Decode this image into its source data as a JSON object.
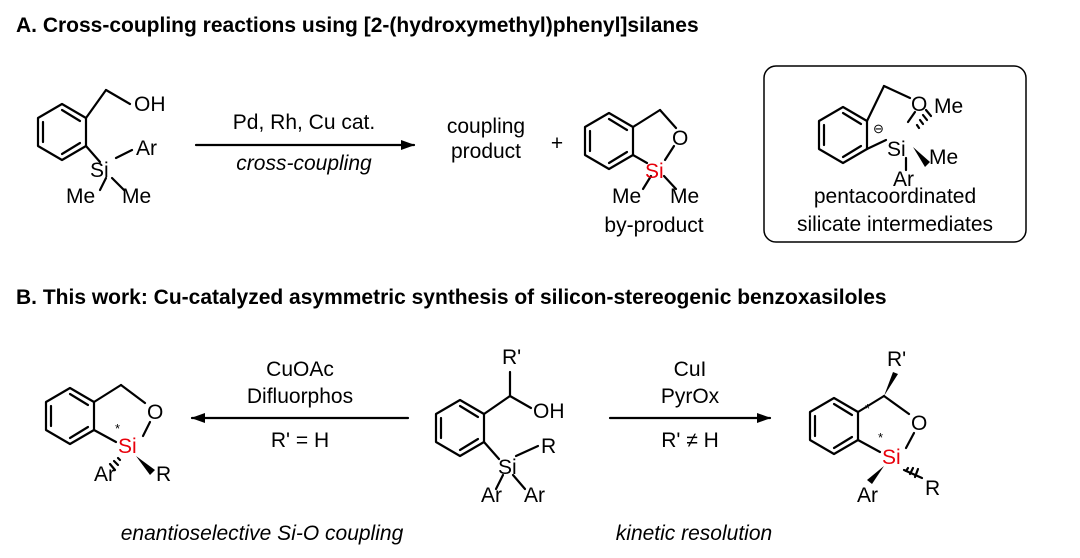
{
  "sectionA": {
    "heading": "A. Cross-coupling reactions using [2-(hydroxymethyl)phenyl]silanes",
    "reactant": {
      "oh": "OH",
      "si": "Si",
      "ar": "Ar",
      "me1": "Me",
      "me2": "Me"
    },
    "arrow": {
      "above": "Pd, Rh, Cu cat.",
      "below": "cross-coupling"
    },
    "product": {
      "line1": "coupling",
      "line2": "product"
    },
    "plus": "+",
    "byproduct": {
      "o": "O",
      "si": "Si",
      "me1": "Me",
      "me2": "Me",
      "caption": "by-product"
    },
    "box": {
      "o": "O",
      "charge": "⊖",
      "si": "Si",
      "me1": "Me",
      "me2": "Me",
      "ar": "Ar",
      "caption1": "pentacoordinated",
      "caption2": "silicate intermediates"
    }
  },
  "sectionB": {
    "heading": "B. This work: Cu-catalyzed asymmetric synthesis of silicon-stereogenic benzoxasiloles",
    "left_product": {
      "o": "O",
      "si": "Si",
      "star": "*",
      "ar": "Ar",
      "r": "R"
    },
    "left_arrow": {
      "above1": "CuOAc",
      "above2": "Difluorphos",
      "below": "R' = H"
    },
    "center": {
      "rprime": "R'",
      "oh": "OH",
      "si": "Si",
      "r": "R",
      "ar1": "Ar",
      "ar2": "Ar"
    },
    "right_arrow": {
      "above1": "CuI",
      "above2": "PyrOx",
      "below": "R' ≠ H"
    },
    "right_product": {
      "rprime": "R'",
      "star1": "*",
      "star2": "*",
      "o": "O",
      "si": "Si",
      "ar": "Ar",
      "r": "R"
    },
    "caption_left": "enantioselective Si-O coupling",
    "caption_right": "kinetic resolution"
  },
  "colors": {
    "silicon_highlight": "#e8000b",
    "ink": "#000000"
  }
}
